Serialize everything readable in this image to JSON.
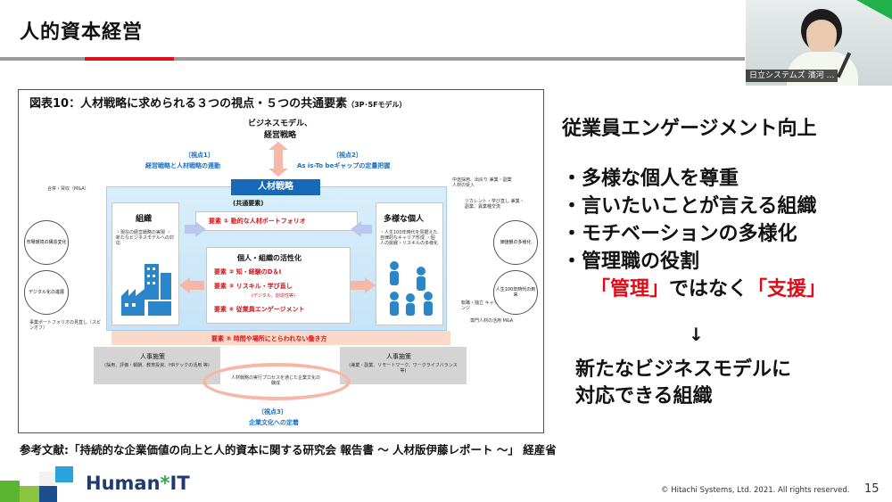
{
  "slide": {
    "title": "人的資本経営",
    "page_number": "15",
    "copyright": "© Hitachi Systems, Ltd. 2021. All rights reserved.",
    "logo_text_left": "Human",
    "logo_text_mid": "*",
    "logo_text_right": "IT",
    "reference": "参考文献:「持続的な企業価値の向上と人的資本に関する研究会 報告書 ～ 人材版伊藤レポート ～」 経産省"
  },
  "video": {
    "name_tag": "日立システムズ 濱河 …"
  },
  "figure": {
    "title": "図表10：人材戦略に求められる３つの視点・５つの共通要素",
    "title_note": "（3P･5Fモデル）",
    "top_label_1": "ビジネスモデル、",
    "top_label_2": "経営戦略",
    "view1_head": "〔視点1〕",
    "view1_text": "経営戦略と人材戦略の連動",
    "view2_head": "〔視点2〕",
    "view2_text": "As is-To beギャップの定量把握",
    "jinzai_senryaku": "人材戦略",
    "soshiki": "組織",
    "tayo_kojin": "多様な個人",
    "common_elements": "(共通要素)",
    "element1": "要素 ① 動的な人材ポートフォリオ",
    "kasseika": "個人・組織の活性化",
    "element2": "要素 ② 知・経験のD＆I",
    "element3": "要素 ③ リスキル・学び直し",
    "element3_sub": "(デジタル、創造性等)",
    "element4": "要素 ④ 従業員エンゲージメント",
    "element5": "要素 ⑤ 時間や場所にとらわれない働き方",
    "view3_head": "〔視点3〕",
    "view3_text": "企業文化への定着",
    "left_foot_title": "人事施策",
    "left_foot_text": "(採用、評価・報酬、教育投資、HRテックの活用 等)",
    "right_foot_title": "人事施策",
    "right_foot_text": "(兼業・副業、リモートワーク、ワークライフバランス 等)",
    "center_foot_text": "人材戦略の実行プロセスを通じた企業文化の醸成",
    "circle_left_1": "市場環境の構造変化",
    "circle_left_2": "デジタル化の進展",
    "circle_right_1": "価値観の多様化",
    "circle_right_2": "人生100年時代の到来",
    "side_left_top": "合併・買収（M&A）",
    "side_left_bottom": "事業ポートフォリオの見直し（スピンオフ）",
    "side_right_top": "中途採用、出戻り 兼業・副業人材の受入",
    "side_right_mid": "リカレント・学び直し 兼業・副業、異業種交流",
    "side_right_low": "転職・独立 キャリアチェンジ",
    "side_right_bottom": "専門人材の活用 M&A",
    "org_note": "・現在の経営戦略の実現 ・新たなビジネスモデルへの対応",
    "indiv_note": "・人生100年時代を見据えた自律的なキャリア形成 ・個人の挑戦・リスキルの多様化"
  },
  "right_panel": {
    "heading": "従業員エンゲージメント向上",
    "bullets": [
      "・多様な個人を尊重",
      "・言いたいことが言える組織",
      "・モチベーションの多様化",
      "・管理職の役割"
    ],
    "red_part1": "「管理」",
    "black_part": "ではなく",
    "red_part2": "「支援」",
    "arrow": "↓",
    "conclusion_line1": "新たなビジネスモデルに",
    "conclusion_line2": "対応できる組織"
  },
  "colors": {
    "accent_red": "#e10a17",
    "figure_blue": "#1769b8",
    "logo_green": "#2fa84a",
    "logo_blue": "#29a3dc"
  }
}
